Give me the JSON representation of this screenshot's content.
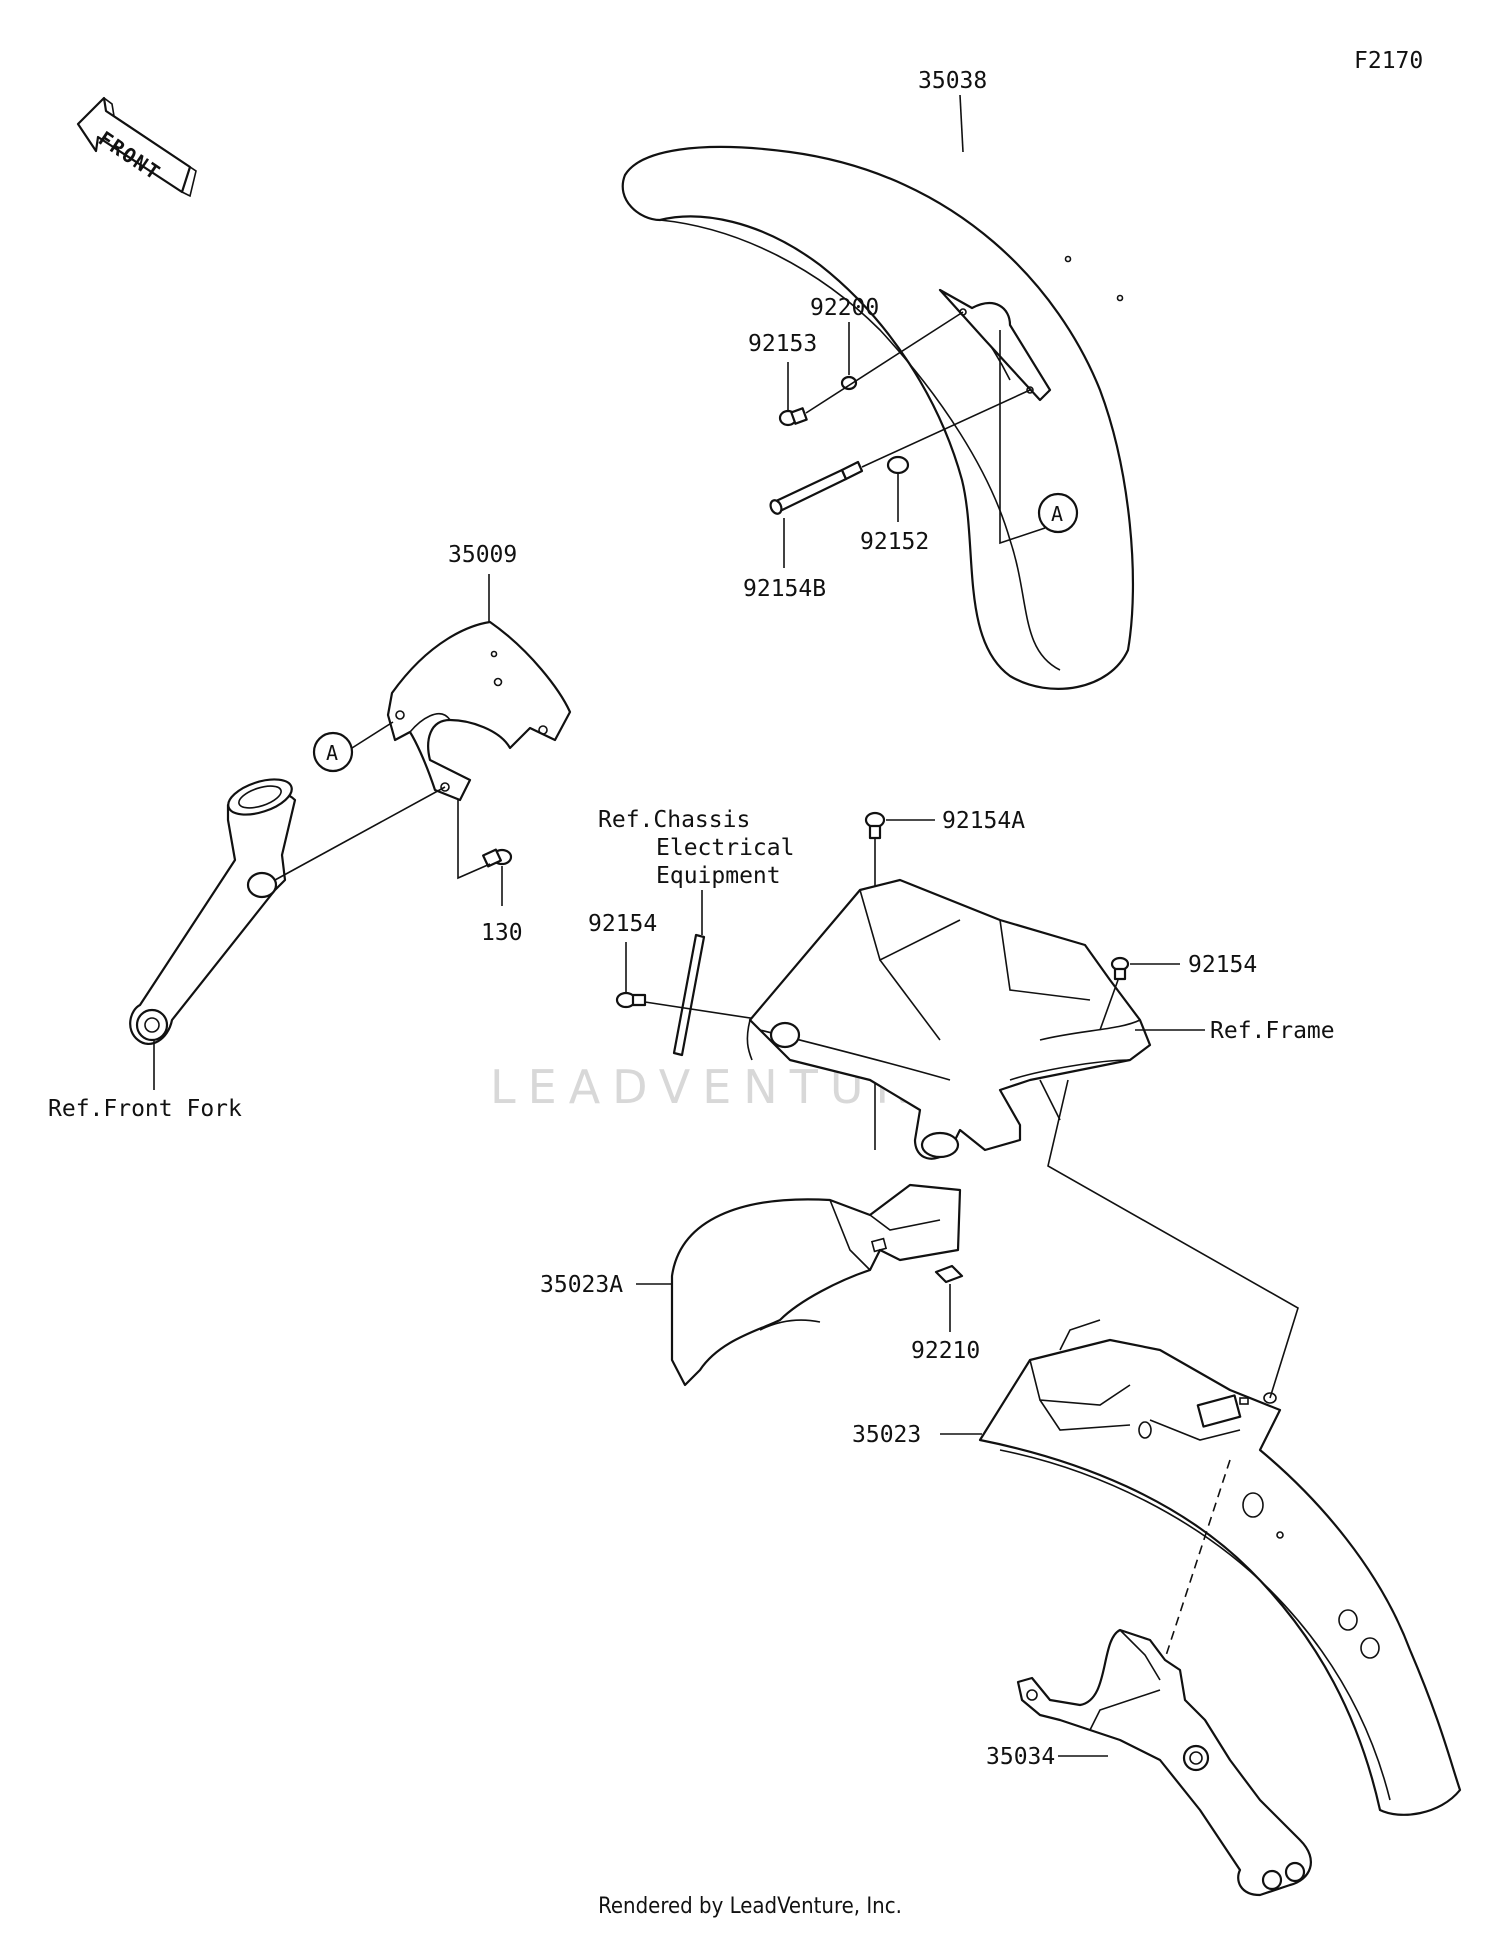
{
  "figure_code": "F2170",
  "front_arrow": {
    "text": "FRONT",
    "icon": "front-direction-arrow-icon"
  },
  "watermark": "LEADVENTURE",
  "footer": "Rendered by LeadVenture, Inc.",
  "callout_A": "A",
  "labels": {
    "front_fender": "35038",
    "bolt_92153": "92153",
    "washer_92200": "92200",
    "collar_92152": "92152",
    "bolt_92154B": "92154B",
    "front_fender_bracket": "35009",
    "bolt_130": "130",
    "ref_front_fork": "Ref.Front Fork",
    "ref_chassis_line1": "Ref.Chassis",
    "ref_chassis_line2": "Electrical",
    "ref_chassis_line3": "Equipment",
    "bolt_92154A": "92154A",
    "bolt_92154_left": "92154",
    "bolt_92154_right": "92154",
    "ref_frame": "Ref.Frame",
    "inner_rear_fender": "35023A",
    "nut_92210": "92210",
    "rear_fender": "35023",
    "rear_fender_stay": "35034"
  }
}
